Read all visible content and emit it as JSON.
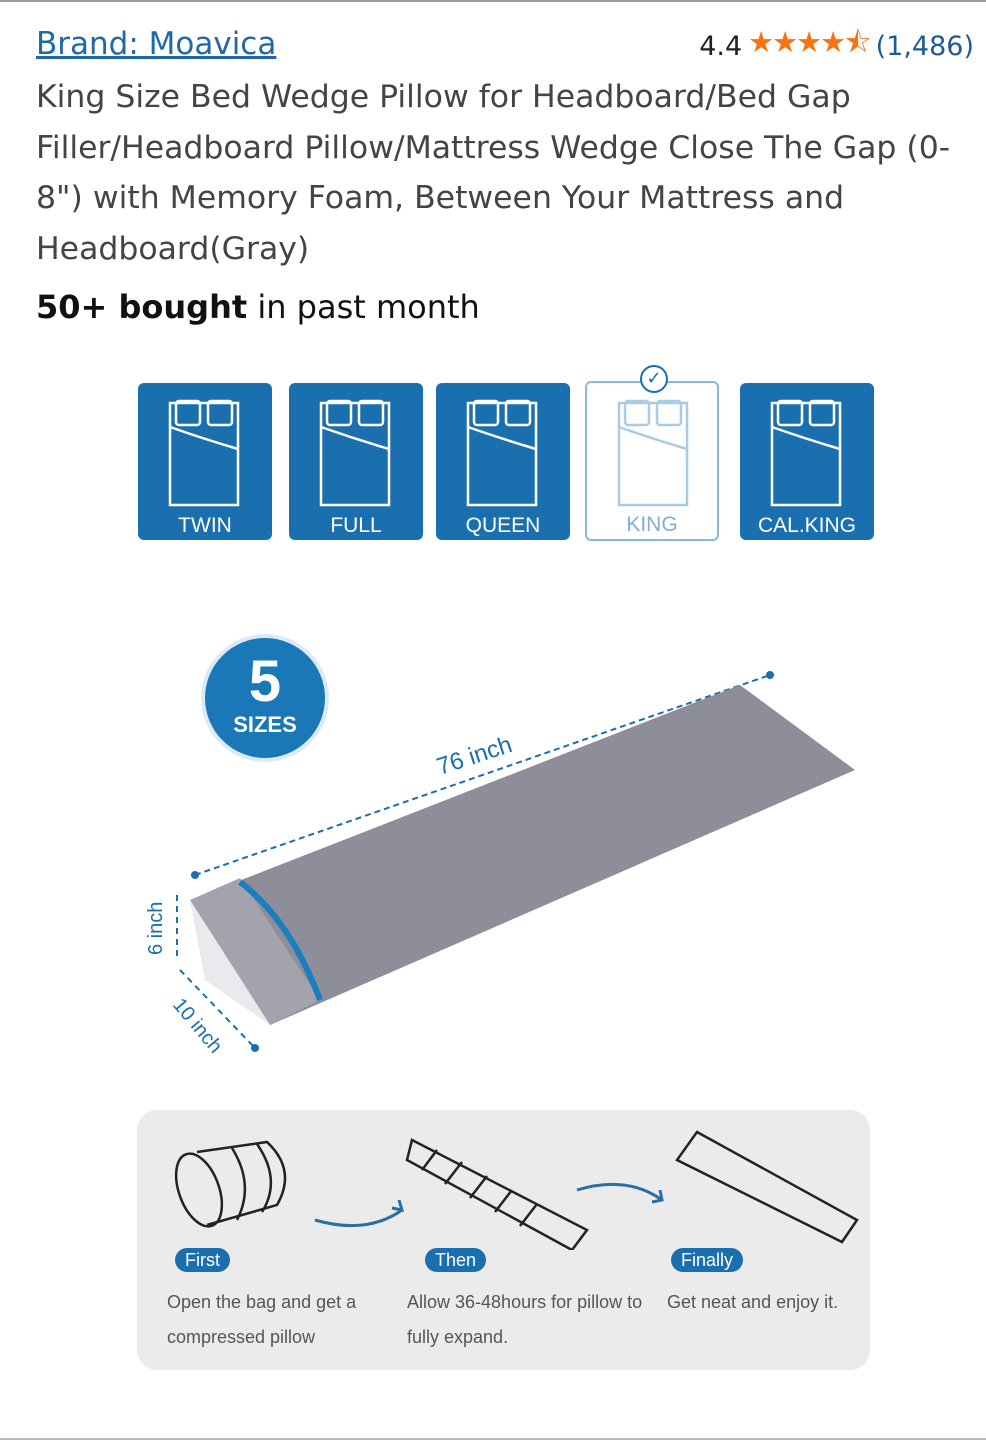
{
  "brand": {
    "label": "Brand: Moavica"
  },
  "rating": {
    "value": "4.4",
    "stars": "★★★★⯪",
    "count": "(1,486)"
  },
  "title": "King Size Bed Wedge Pillow for Headboard/Bed Gap Filler/Headboard Pillow/Mattress Wedge Close The Gap (0-8\") with Memory Foam, Between Your Mattress and Headboard(Gray)",
  "bought": {
    "bold": "50+ bought",
    "rest": " in past month"
  },
  "image": {
    "sizes": [
      "TWIN",
      "FULL",
      "QUEEN",
      "KING",
      "CAL.KING"
    ],
    "selected_size": "KING",
    "badge": {
      "number": "5",
      "label": "SIZES"
    },
    "dimensions": {
      "length": "76 inch",
      "height": "6 inch",
      "depth": "10 inch"
    },
    "steps": [
      {
        "tag": "First",
        "text": "Open the bag and get a compressed pillow"
      },
      {
        "tag": "Then",
        "text": "Allow 36-48hours for pillow to fully expand."
      },
      {
        "tag": "Finally",
        "text": "Get neat and enjoy it."
      }
    ],
    "colors": {
      "blue": "#1a6fae",
      "pillow": "#8e8e9a"
    }
  }
}
